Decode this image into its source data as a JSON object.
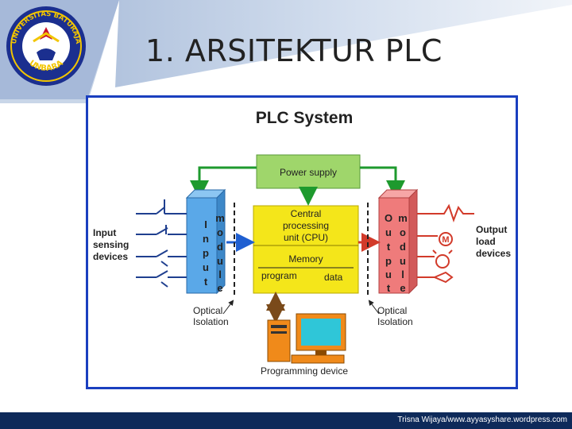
{
  "slide": {
    "title": "1. ARSITEKTUR PLC",
    "footer": "Trisna Wijaya/www.ayyasyshare.wordpress.com"
  },
  "logo": {
    "text_top": "UNIVERSITAS BATURAJA",
    "text_bottom": "UNBARA"
  },
  "diagram": {
    "title": "PLC System",
    "power_supply": "Power supply",
    "cpu": [
      "Central",
      "processing",
      "unit (CPU)"
    ],
    "memory": "Memory",
    "program": "program",
    "data": "data",
    "input_label": [
      "Input",
      "sensing",
      "devices"
    ],
    "output_label": [
      "Output",
      "load",
      "devices"
    ],
    "input_module_col1": [
      "I",
      "n",
      "p",
      "u",
      "t"
    ],
    "input_module_col2": [
      "m",
      "o",
      "d",
      "u",
      "l",
      "e"
    ],
    "output_module_col1": [
      "O",
      "u",
      "t",
      "p",
      "u",
      "t"
    ],
    "output_module_col2": [
      "m",
      "o",
      "d",
      "u",
      "l",
      "e"
    ],
    "optical_left": [
      "Optical",
      "Isolation"
    ],
    "optical_right": [
      "Optical",
      "Isolation"
    ],
    "programming_device": "Programming device",
    "motor": "M"
  },
  "colors": {
    "frame": "#1a3fbf",
    "power": "#9fd66b",
    "cpu": "#f4e61a",
    "input_module": "#5aa8e8",
    "output_module": "#ef7b7b",
    "arrow_green": "#1e9a2e",
    "arrow_blue": "#1f5fd1",
    "arrow_red": "#d23a2a",
    "arrow_brown": "#7a4a1a",
    "footer": "#0e2a5a"
  }
}
